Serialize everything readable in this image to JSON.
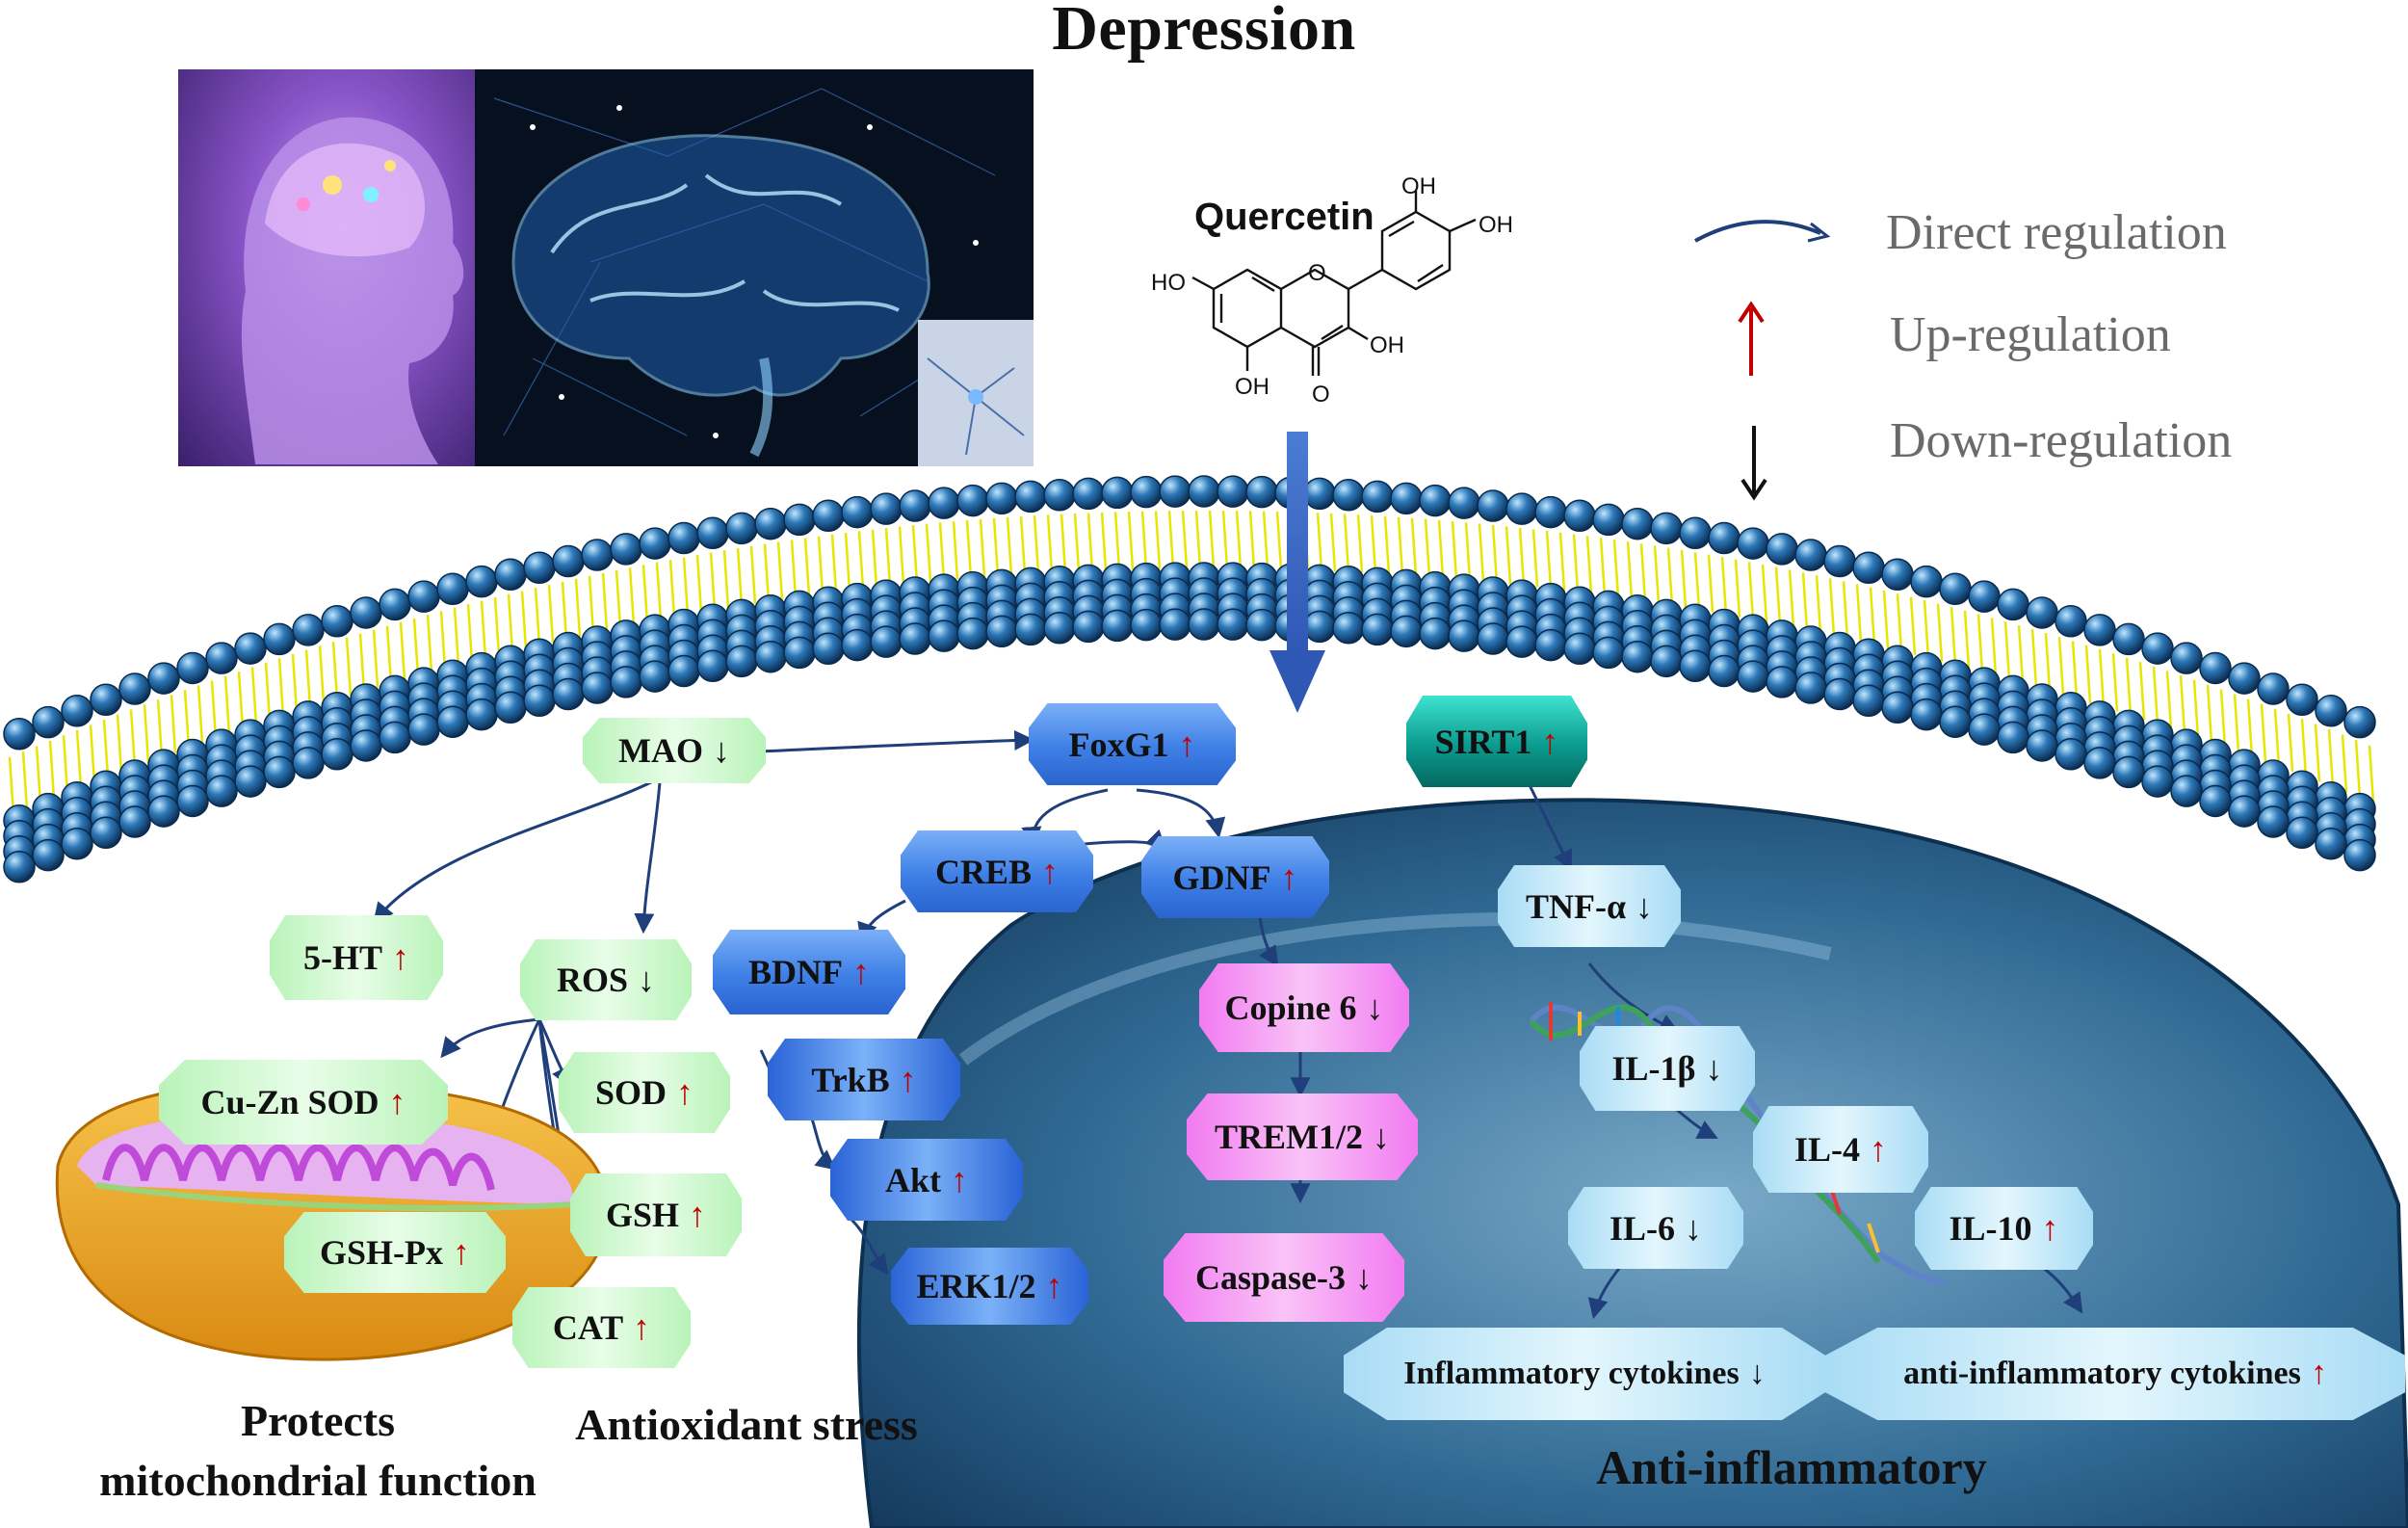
{
  "title": "Depression",
  "molecule": {
    "name": "Quercetin",
    "atoms": {
      "oh_top": "OH",
      "oh_right": "OH",
      "ho_left": "HO",
      "o_ring": "O",
      "oh_mid": "OH",
      "oh_bottom": "OH",
      "o_keto": "O"
    }
  },
  "legend": {
    "direct": "Direct regulation",
    "up": "Up-regulation",
    "down": "Down-regulation"
  },
  "colors": {
    "up_arrow": "#c00000",
    "down_arrow": "#111111",
    "line": "#1f3f7a"
  },
  "nodes": {
    "mao": "MAO",
    "ht5": "5-HT",
    "ros": "ROS",
    "cuzn_sod": "Cu-Zn SOD",
    "sod": "SOD",
    "gsh_px": "GSH-Px",
    "gsh": "GSH",
    "cat": "CAT",
    "foxg1": "FoxG1",
    "creb": "CREB",
    "gdnf": "GDNF",
    "bdnf": "BDNF",
    "trkb": "TrkB",
    "akt": "Akt",
    "erk": "ERK1/2",
    "copine": "Copine 6",
    "trem": "TREM1/2",
    "caspase": "Caspase-3",
    "sirt1": "SIRT1",
    "tnf": "TNF-α",
    "il1b": "IL-1β",
    "il4": "IL-4",
    "il6": "IL-6",
    "il10": "IL-10",
    "inflam": "Inflammatory cytokines",
    "antiinflam": "anti-inflammatory cytokines"
  },
  "arrows": {
    "up": "↑",
    "down": "↓"
  },
  "captions": {
    "mito_line1": "Protects",
    "mito_line2": "mitochondrial function",
    "antiox": "Antioxidant stress",
    "antiinflammatory": "Anti-inflammatory"
  }
}
